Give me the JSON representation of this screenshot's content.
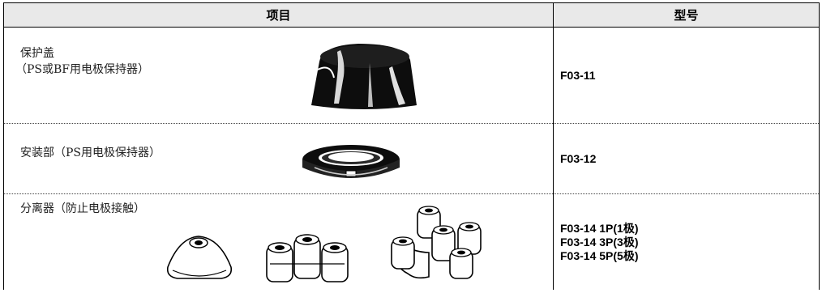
{
  "header": {
    "item": "项目",
    "model": "型号"
  },
  "rows": [
    {
      "name_line1": "保护盖",
      "name_line2": "（PS或BF用电极保持器）",
      "models": [
        "F03-11"
      ],
      "image": "protective-cover-image"
    },
    {
      "name_line1": "安装部（PS用电极保持器）",
      "models": [
        "F03-12"
      ],
      "image": "mounting-base-image"
    },
    {
      "name_line1": "分离器（防止电极接触）",
      "models": [
        "F03-14 1P(1极)",
        "F03-14 3P(3极)",
        "F03-14 5P(5极)"
      ],
      "image": "separator-image"
    }
  ]
}
